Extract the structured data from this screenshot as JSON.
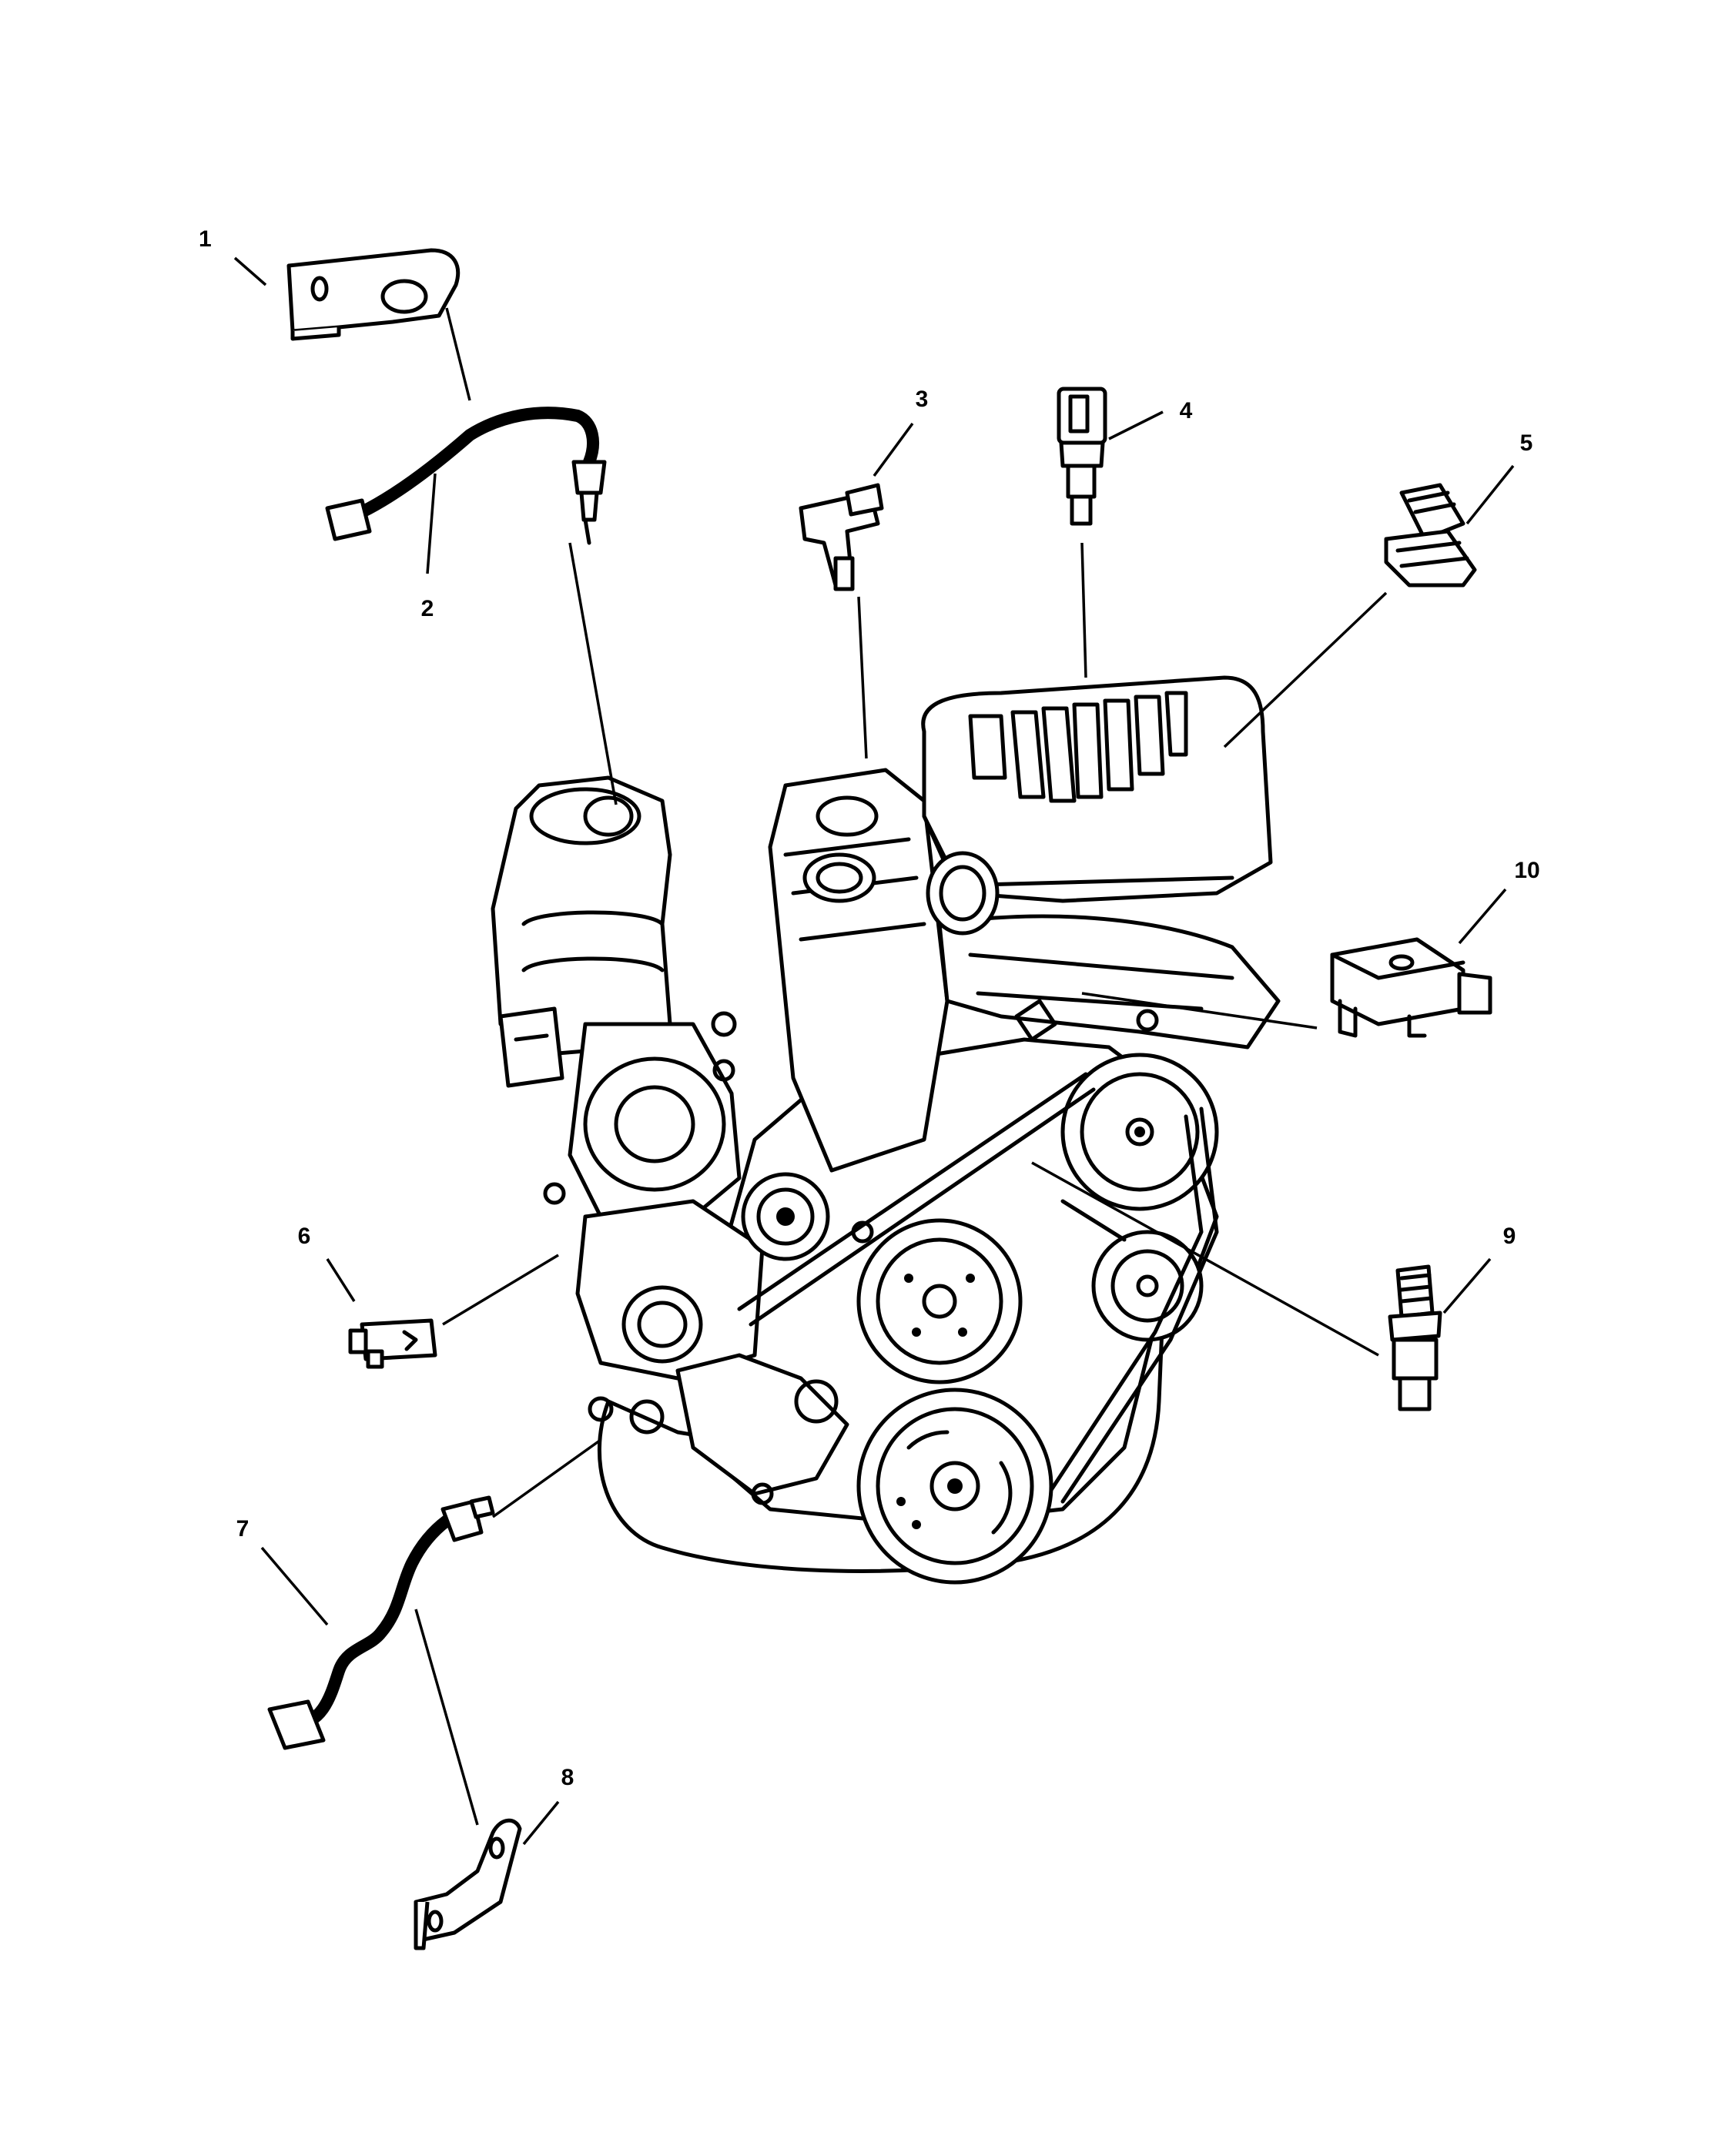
{
  "callouts": [
    {
      "id": 1,
      "label": "1",
      "part": "bracket"
    },
    {
      "id": 2,
      "label": "2",
      "part": "oxygen-sensor-upstream"
    },
    {
      "id": 3,
      "label": "3",
      "part": "camshaft-position-sensor"
    },
    {
      "id": 4,
      "label": "4",
      "part": "coolant-temperature-sensor"
    },
    {
      "id": 5,
      "label": "5",
      "part": "intake-air-temperature-sensor"
    },
    {
      "id": 6,
      "label": "6",
      "part": "oil-pressure-sender"
    },
    {
      "id": 7,
      "label": "7",
      "part": "oxygen-sensor-downstream"
    },
    {
      "id": 8,
      "label": "8",
      "part": "bracket"
    },
    {
      "id": 9,
      "label": "9",
      "part": "temperature-sender"
    },
    {
      "id": 10,
      "label": "10",
      "part": "map-sensor"
    }
  ],
  "colors": {
    "line": "#000000",
    "background": "#ffffff"
  }
}
